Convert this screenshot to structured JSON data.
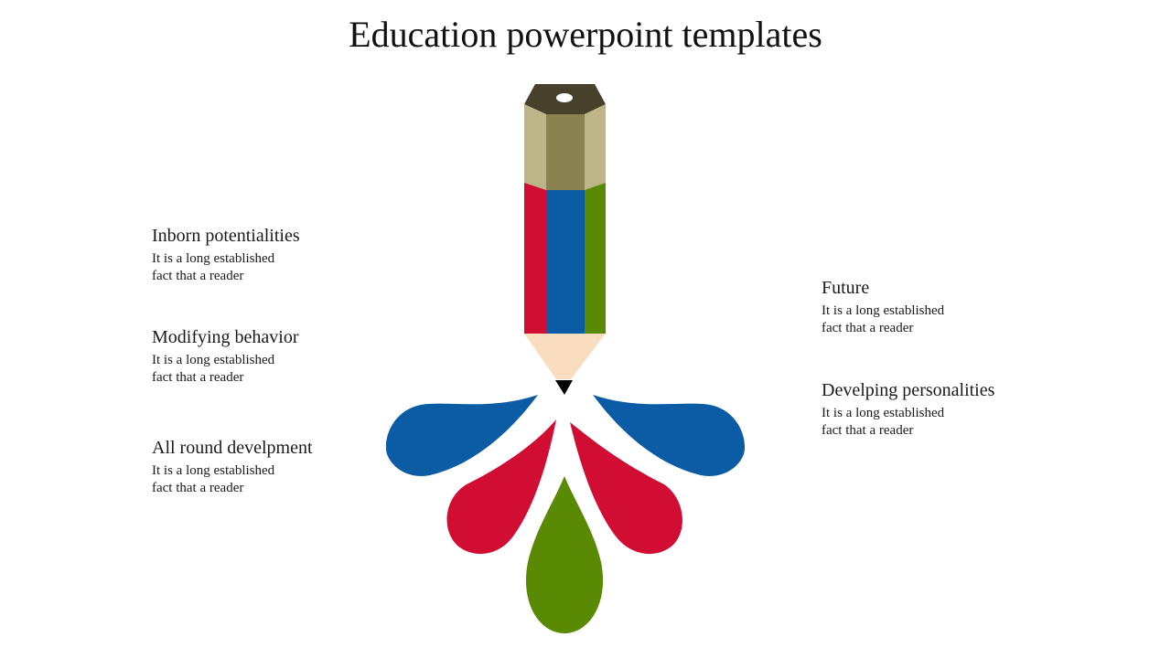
{
  "slide": {
    "title": "Education powerpoint templates"
  },
  "colors": {
    "cap_top": "#47402B",
    "wood_light": "#BDB588",
    "wood_dark": "#8A8250",
    "red": "#D10D33",
    "blue": "#0B5CA5",
    "green": "#5A8A03",
    "tip": "#F9DDBE",
    "lead": "#000000"
  },
  "left_items": [
    {
      "heading": "Inborn potentialities",
      "text": "It is a long established fact that a reader"
    },
    {
      "heading": "Modifying behavior",
      "text": "It is a long established fact that a reader"
    },
    {
      "heading": "All round develpment",
      "text": "It is a long established fact that a reader"
    }
  ],
  "right_items": [
    {
      "heading": "Future",
      "text": "It is a long established fact that a reader"
    },
    {
      "heading": "Develping personalities",
      "text": "It is a long established fact that a reader"
    }
  ]
}
